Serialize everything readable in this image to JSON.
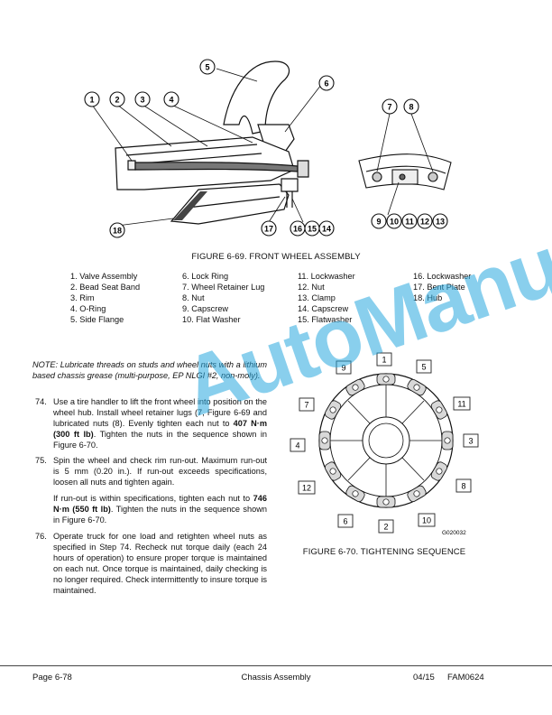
{
  "figure1": {
    "caption": "FIGURE 6-69. FRONT WHEEL ASSEMBLY",
    "callouts": [
      "1",
      "2",
      "3",
      "4",
      "5",
      "6",
      "7",
      "8",
      "9",
      "10",
      "11",
      "12",
      "13",
      "15",
      "16",
      "17",
      "18",
      "14"
    ],
    "legend": [
      [
        "1. Valve Assembly",
        "2. Bead Seat Band",
        "3. Rim",
        "4. O-Ring",
        "5. Side Flange"
      ],
      [
        "6. Lock Ring",
        "7. Wheel Retainer Lug",
        "8. Nut",
        "9. Capscrew",
        "10. Flat Washer"
      ],
      [
        "11. Lockwasher",
        "12. Nut",
        "13. Clamp",
        "14. Capscrew",
        "15. Flatwasher"
      ],
      [
        "16. Lockwasher",
        "17. Bent Plate",
        "18. Hub"
      ]
    ]
  },
  "note": "NOTE: Lubricate threads on studs and wheel nuts with a lithium based chassis grease (multi-purpose, EP NLGI #2, non-moly).",
  "steps": [
    {
      "num": "74.",
      "parts": [
        {
          "t": "Use a tire handler to lift the front wheel into position on the wheel hub. Install wheel retainer lugs (7, Figure 6-69 and lubricated nuts (8). Evenly tighten each nut to ",
          "b": false
        },
        {
          "t": "407 N·m (300 ft lb)",
          "b": true
        },
        {
          "t": ". Tighten the nuts in the sequence shown in Figure 6-70.",
          "b": false
        }
      ]
    },
    {
      "num": "75.",
      "parts": [
        {
          "t": "Spin the wheel and check rim run-out. Maximum run-out is 5 mm (0.20 in.). If run-out exceeds specifications, loosen all nuts and tighten again.",
          "b": false
        }
      ]
    },
    {
      "num": "",
      "parts": [
        {
          "t": "If run-out is within specifications, tighten each nut to ",
          "b": false
        },
        {
          "t": "746 N·m (550 ft lb)",
          "b": true
        },
        {
          "t": ". Tighten the nuts in the sequence shown in Figure 6-70.",
          "b": false
        }
      ]
    },
    {
      "num": "76.",
      "parts": [
        {
          "t": "Operate truck for one load and retighten wheel nuts as specified in Step 74. Recheck nut torque daily (each 24 hours of operation) to ensure proper torque is maintained on each nut. Once torque is maintained, daily checking is no longer required. Check intermittently to insure torque is maintained.",
          "b": false
        }
      ]
    }
  ],
  "figure2": {
    "caption": "FIGURE 6-70. TIGHTENING SEQUENCE",
    "ref": "G020032",
    "labels": [
      "1",
      "5",
      "11",
      "3",
      "8",
      "10",
      "2",
      "6",
      "12",
      "4",
      "7",
      "9"
    ]
  },
  "watermark": "AutoManual",
  "footer": {
    "left": "Page 6-78",
    "center": "Chassis Assembly",
    "date": "04/15",
    "code": "FAM0624"
  }
}
